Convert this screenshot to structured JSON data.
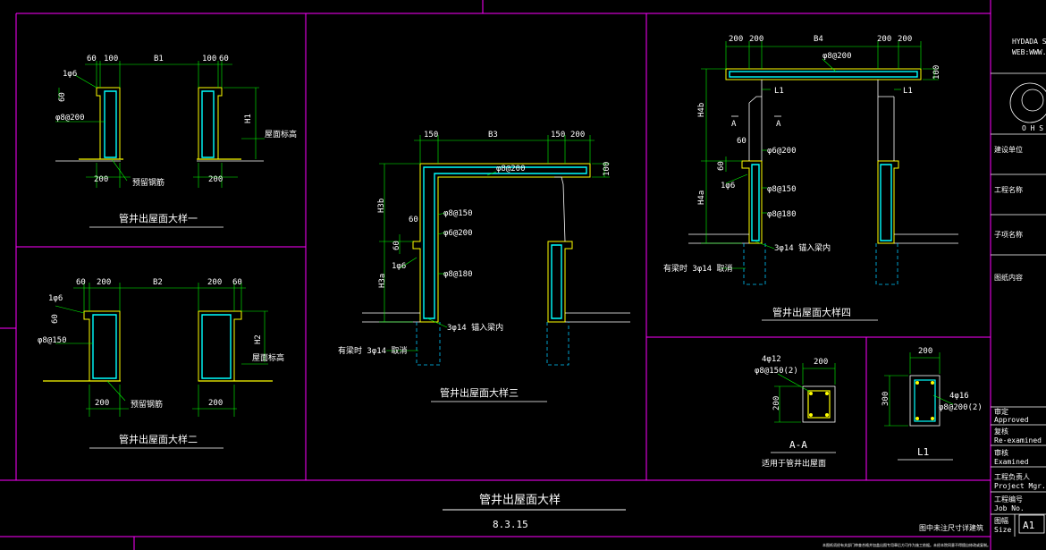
{
  "colors": {
    "background": "#000000",
    "frame": "#ff00ff",
    "concrete": "#ffff00",
    "dimension": "#00ff00",
    "rebar": "#00ffff",
    "text": "#ffffff",
    "hidden": "#00c8ff"
  },
  "main_title": "管井出屋面大样",
  "drawing_number": "8.3.15",
  "bottom_note": "图中未注尺寸详建筑",
  "size_value": "A1",
  "footer_note": "本图纸须经有关部门审查合格并加盖出图专用章后方可作为施工依据。未经本院同意不得擅自修改或复制。",
  "title_block": {
    "company_line1": "HYDADA STUDIO",
    "company_line2": "WEB:WWW.HYT",
    "logo_text": "O H S",
    "fields": [
      "建设单位",
      "工程名称",
      "子项名称",
      "图纸内容"
    ],
    "approved_cn": "审定",
    "approved_en": "Approved",
    "reexamined_cn": "复核",
    "reexamined_en": "Re-examined",
    "examined_cn": "审核",
    "examined_en": "Examined",
    "project_cn": "工程负责人",
    "project_en": "Project Mgr.",
    "job_cn": "工程编号",
    "job_en": "Job No.",
    "size_cn": "图幅",
    "size_en": "Size"
  },
  "detail1": {
    "title": "管井出屋面大样一",
    "dims": [
      "60",
      "100",
      "B1",
      "100",
      "60",
      "200",
      "200"
    ],
    "labels": [
      "1φ6",
      "60",
      "φ8@200",
      "H1",
      "屋面标高",
      "预留钢筋"
    ]
  },
  "detail2": {
    "title": "管井出屋面大样二",
    "dims": [
      "60",
      "200",
      "B2",
      "200",
      "60",
      "200",
      "200"
    ],
    "labels": [
      "1φ6",
      "60",
      "φ8@150",
      "H2",
      "屋面标高",
      "预留钢筋"
    ]
  },
  "detail3": {
    "title": "管井出屋面大样三",
    "dims": [
      "150",
      "B3",
      "150",
      "200",
      "100"
    ],
    "labels": [
      "φ8@200",
      "H3b",
      "φ8@150",
      "60",
      "φ6@200",
      "60",
      "H3a",
      "1φ6",
      "φ8@180",
      "3φ14 锚入梁内",
      "有梁时 3φ14 取消"
    ]
  },
  "detail4": {
    "title": "管井出屋面大样四",
    "dims": [
      "200",
      "200",
      "B4",
      "200",
      "200",
      "100"
    ],
    "labels": [
      "φ8@200",
      "L1",
      "L1",
      "A",
      "A",
      "H4b",
      "60",
      "φ6@200",
      "60",
      "1φ6",
      "φ8@150",
      "H4a",
      "φ8@180",
      "3φ14 锚入梁内",
      "有梁时 3φ14 取消"
    ]
  },
  "section_aa": {
    "title": "A-A",
    "subtitle": "适用于管井出屋面",
    "dims": [
      "200",
      "200"
    ],
    "labels": [
      "4φ12",
      "φ8@150(2)"
    ]
  },
  "section_l1": {
    "title": "L1",
    "dims": [
      "200",
      "300"
    ],
    "labels": [
      "4φ16",
      "φ8@200(2)"
    ]
  }
}
